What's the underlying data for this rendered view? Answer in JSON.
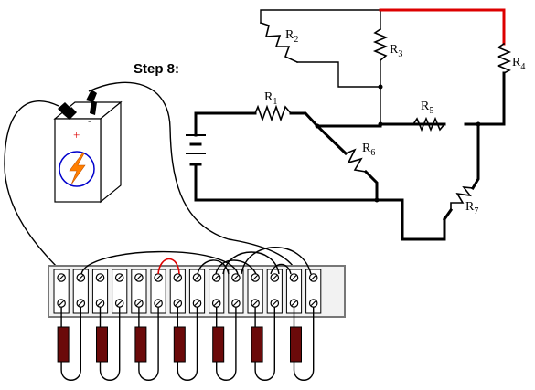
{
  "step_label": "Step 8:",
  "resistors": [
    {
      "letter": "R",
      "sub": "1"
    },
    {
      "letter": "R",
      "sub": "2"
    },
    {
      "letter": "R",
      "sub": "3"
    },
    {
      "letter": "R",
      "sub": "4"
    },
    {
      "letter": "R",
      "sub": "5"
    },
    {
      "letter": "R",
      "sub": "6"
    },
    {
      "letter": "R",
      "sub": "7"
    }
  ],
  "battery": {
    "positive": "+",
    "negative": "-"
  },
  "terminal_strip": {
    "count": 14,
    "resistor_count": 7
  },
  "colors": {
    "wire": "#000000",
    "highlight_wire": "#dd0000",
    "resistor_body": "#6b0a0a",
    "battery_bolt": "#ff7f00",
    "battery_ring": "#0000cc",
    "strip_border": "#777777",
    "strip_fill": "#f2f2f2"
  }
}
